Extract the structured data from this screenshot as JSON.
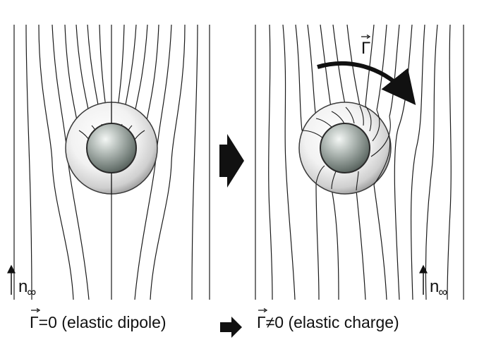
{
  "left_panel": {
    "name": "Γ=0",
    "label": "=0",
    "description": "(elastic dipole)",
    "far_field": {
      "symbol": "n",
      "subscript": "∞"
    }
  },
  "right_panel": {
    "name": "Γ≠0",
    "label": "≠0",
    "description": "(elastic charge)",
    "far_field": {
      "symbol": "n",
      "subscript": "∞"
    },
    "rotation_label": "Γ"
  },
  "gamma_symbol": "Γ",
  "colors": {
    "lines": "#1a1a1a",
    "sphere": "#9aa3a0",
    "shell": "#e6e6e6",
    "arrow": "#111111"
  }
}
